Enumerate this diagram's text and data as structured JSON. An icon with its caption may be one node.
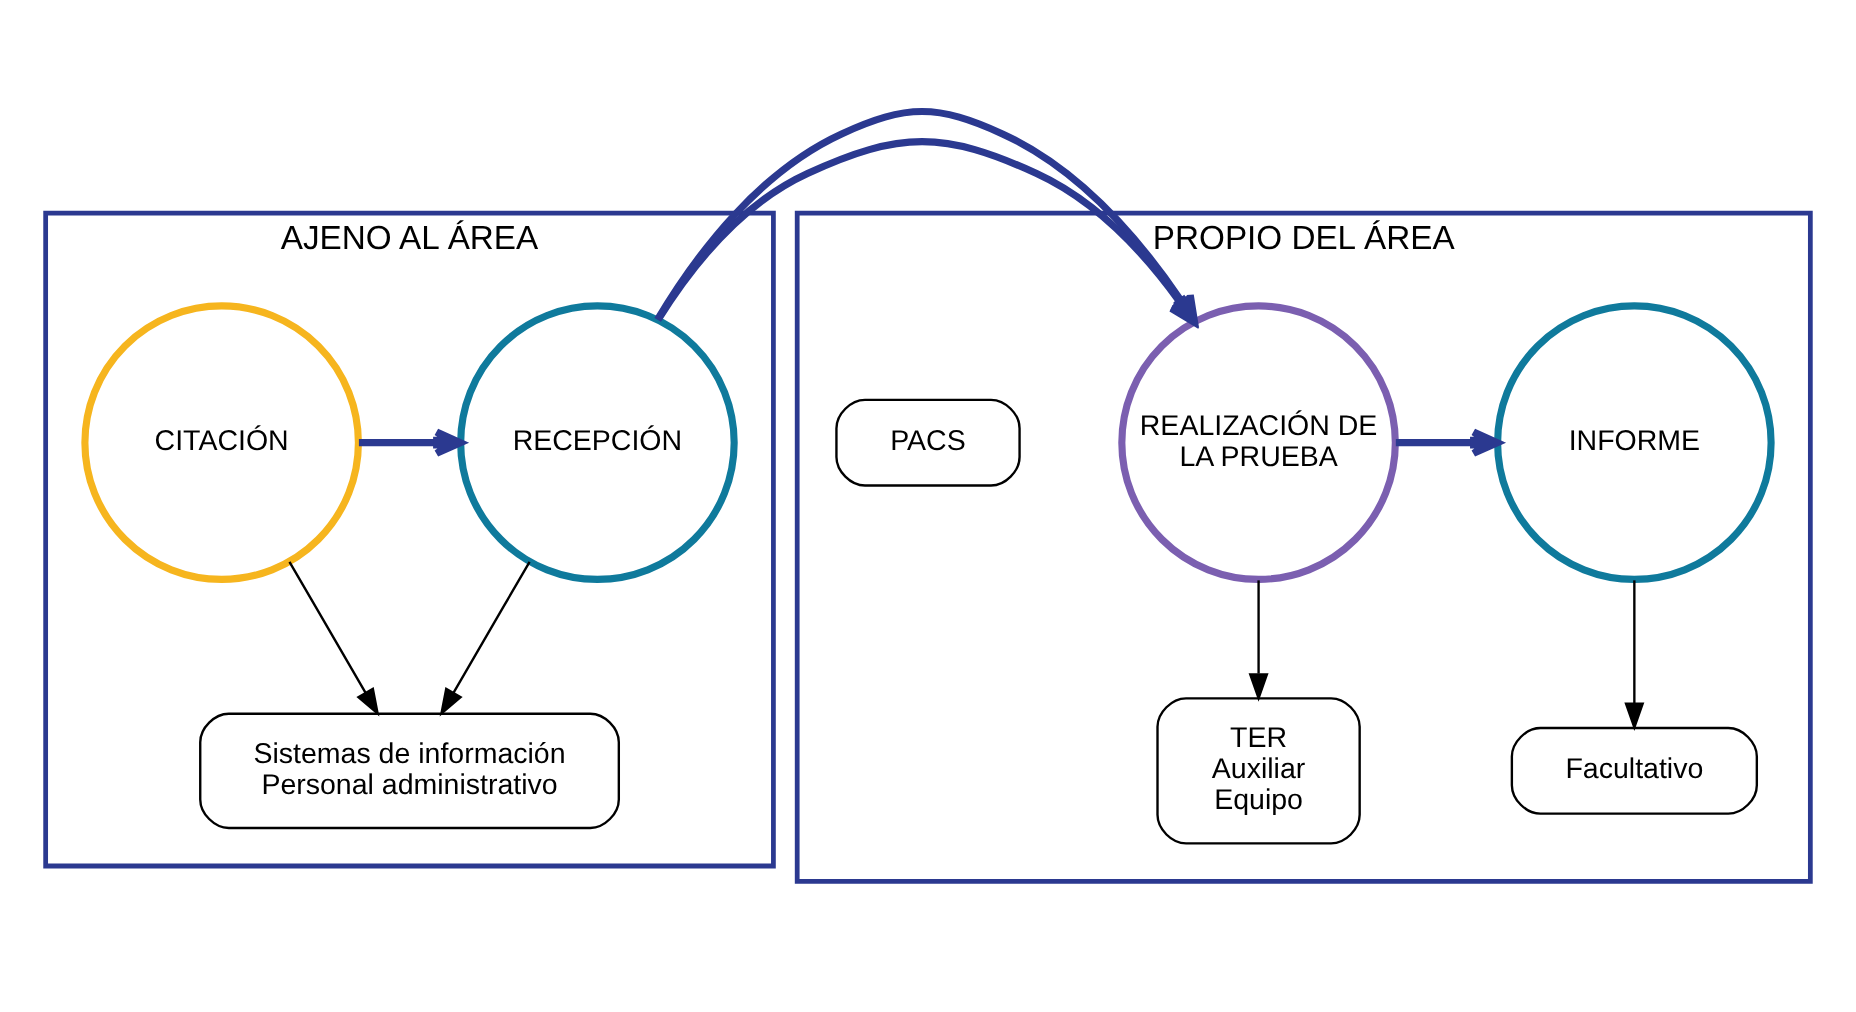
{
  "diagram": {
    "nodes": [
      {
        "text": [
          "AJENO AL ÁREA"
        ]
      },
      {
        "text": [
          "CITACIÓN"
        ],
        "in": 0
      },
      {
        "text": [
          "RECEPCIÓN"
        ],
        "in": 0
      },
      {
        "text": [
          "Sistemas de información",
          "Personal administrativo"
        ],
        "in": 0
      },
      {
        "text": [
          "PROPIO DEL ÁREA"
        ]
      },
      {
        "text": [
          "REALIZACIÓN DE LA PRUEBA"
        ],
        "in": 4
      },
      {
        "text": [
          "INFORME"
        ],
        "in": 4
      },
      {
        "text": [
          "TER",
          "Auxiliar",
          "Equipo"
        ],
        "in": 4
      },
      {
        "text": [
          "Facultativo"
        ],
        "in": 4
      },
      {
        "text": [
          "PACS"
        ],
        "in": 4
      }
    ],
    "edges": [
      {
        "from": 1,
        "to": 2,
        "arrow": "to",
        "style": "thick",
        "color": "#2b3990"
      },
      {
        "from": 2,
        "to": 5,
        "arrow": "to",
        "style": "thick",
        "color": "#2b3990"
      },
      {
        "from": 5,
        "to": 6,
        "arrow": "to",
        "style": "thick",
        "color": "#2b3990"
      },
      {
        "from": 1,
        "to": 3,
        "arrow": "to"
      },
      {
        "from": 2,
        "to": 3,
        "arrow": "to"
      },
      {
        "from": 5,
        "to": 7,
        "arrow": "to"
      },
      {
        "from": 6,
        "to": 8,
        "arrow": "to"
      }
    ]
  }
}
